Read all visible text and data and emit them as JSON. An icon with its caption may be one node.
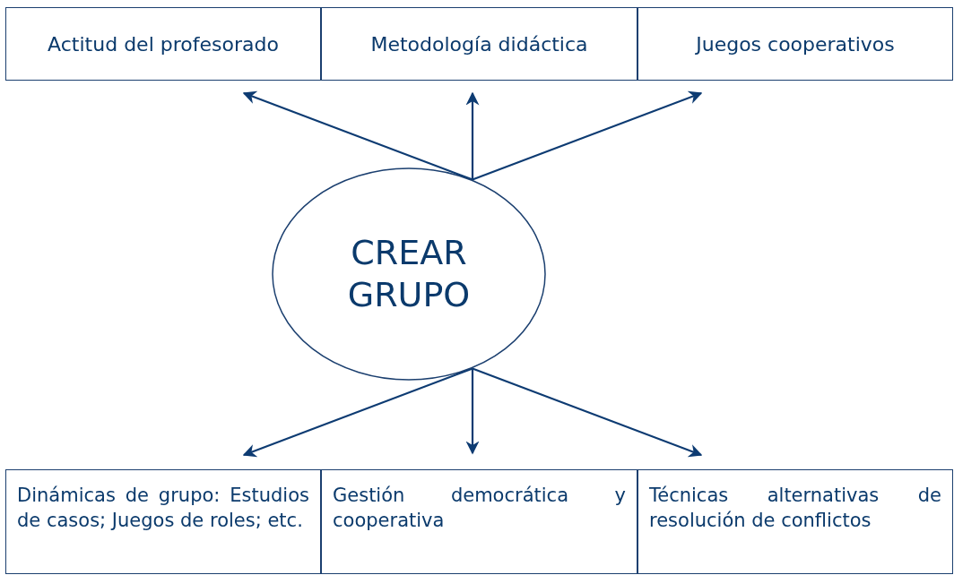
{
  "diagram": {
    "nodes": [
      {
        "text": [
          "Actitud del profesorado"
        ]
      },
      {
        "text": [
          "Metodología didáctica"
        ]
      },
      {
        "text": [
          "Juegos cooperativos"
        ]
      },
      {
        "text": [
          "CREAR GRUPO"
        ]
      },
      {
        "text": [
          "Dinámicas de grupo: Estudios de casos; Juegos de roles; etc."
        ]
      },
      {
        "text": [
          "Gestión democrática y cooperativa"
        ]
      },
      {
        "text": [
          "Técnicas alternativas de resolución de conflictos"
        ]
      }
    ],
    "edges": [
      {
        "from": 3,
        "to": 0,
        "arrow": "to"
      },
      {
        "from": 3,
        "to": 1,
        "arrow": "to"
      },
      {
        "from": 3,
        "to": 2,
        "arrow": "to"
      },
      {
        "from": 3,
        "to": 4,
        "arrow": "to"
      },
      {
        "from": 3,
        "to": 5,
        "arrow": "to"
      },
      {
        "from": 3,
        "to": 6,
        "arrow": "to"
      }
    ]
  }
}
